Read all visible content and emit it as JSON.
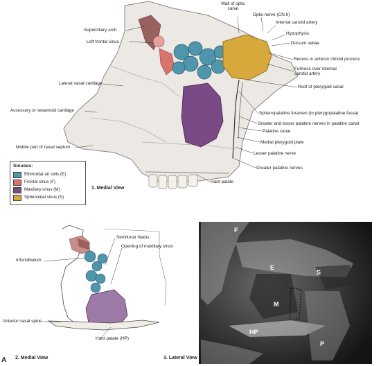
{
  "panel_letter": "A",
  "view1": {
    "title": "1. Medial View",
    "labels": {
      "wall_optic": [
        "Wall of optic",
        "canal"
      ],
      "optic_nerve": "Optic nerve (CN II)",
      "internal_carotid": "Internal carotid artery",
      "hypophysis": "Hypophysis",
      "dorsum_sellae": "Dorsum sellae",
      "recess": "Recess in anterior clinoid process",
      "fullness": [
        "Fullness over internal",
        "carotid artery"
      ],
      "roof_pterygoid": "Roof of pterygoid canal",
      "superciliary": "Superciliary arch",
      "left_frontal": "Left frontal sinus",
      "lateral_nasal": "Lateral nasal cartilage",
      "accessory": "Accessory or sesamoid cartilage",
      "mobile_septum": "Mobile part of nasal septum",
      "sphenopalatine": "Sphenopalatine foramen (to pterygopalatine fossa)",
      "greater_lesser": "Greater and lesser palatine nerves in palatine canal",
      "palatine_canal": "Palatine canal",
      "medial_pterygoid": "Medial pterygoid plate",
      "lesser_palatine": "Lesser palatine nerve",
      "greater_palatine": "Greater palatine nerves",
      "hard_palate": "Hard palate"
    }
  },
  "legend": {
    "title": "Sinuses:",
    "items": [
      {
        "label": "Ethmoidal air cells (E)",
        "color": "#4f95ab"
      },
      {
        "label": "Frontal sinus (F)",
        "color": "#d9736c"
      },
      {
        "label": "Maxillary sinus (M)",
        "color": "#7a4a86"
      },
      {
        "label": "Sphenoidal sinus (S)",
        "color": "#d6a93a"
      }
    ]
  },
  "view2": {
    "title": "2. Medial View",
    "labels": {
      "semilunar": "Semilunar hiatus",
      "opening": "Opening of maxillary sinus",
      "infundibulum": "Infundibulum",
      "anterior_spine": "Anterior nasal spine",
      "hard_palate_hp": "Hard palate (HP)"
    }
  },
  "view3": {
    "title": "3. Lateral View",
    "labels": {
      "F": "F",
      "E": "E",
      "S": "S",
      "M": "M",
      "HP": "HP",
      "P": "P"
    }
  }
}
